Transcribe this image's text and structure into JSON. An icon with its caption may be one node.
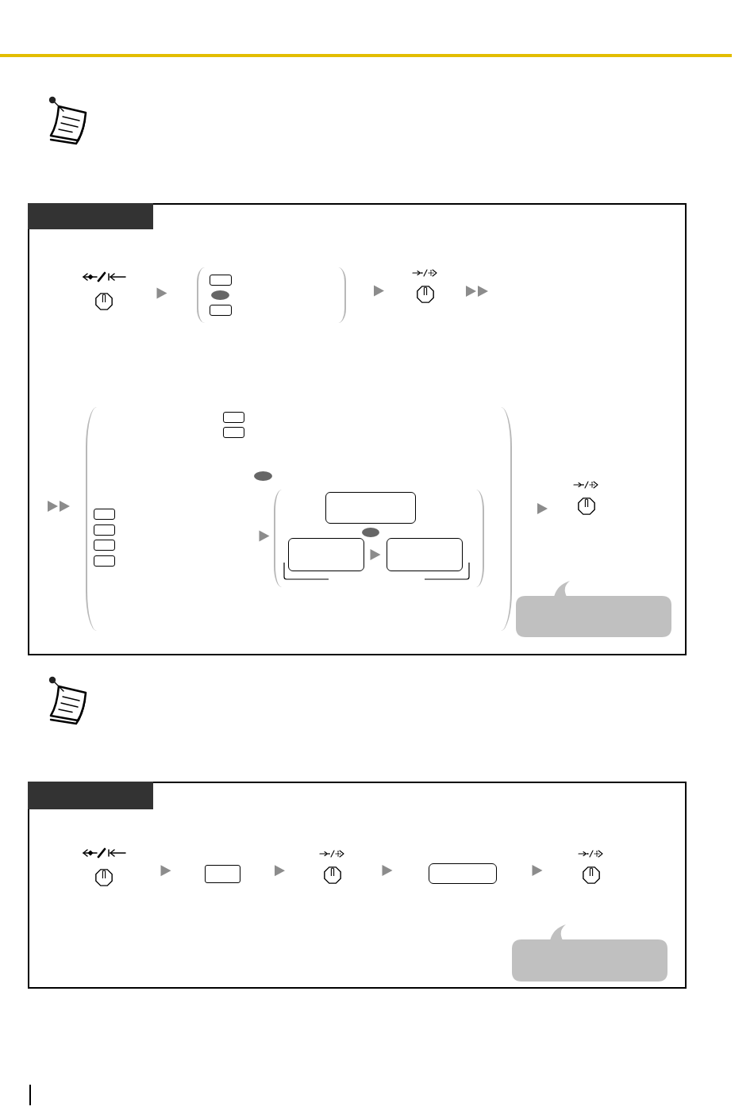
{
  "diagram": {
    "nodes": [
      {
        "text": [],
        "shape": "box"
      },
      {
        "text": [],
        "shape": "bar",
        "in": 0
      },
      {
        "text": [],
        "shape": "picture",
        "in": 0
      },
      {
        "text": [],
        "shape": "bracket",
        "in": 0
      },
      {
        "text": [],
        "shape": "box",
        "in": 3
      },
      {
        "text": [],
        "shape": "ellipse",
        "in": 3
      },
      {
        "text": [],
        "shape": "box",
        "in": 3
      },
      {
        "text": [],
        "shape": "picture",
        "in": 0
      },
      {
        "text": [],
        "shape": "bracket",
        "in": 0
      },
      {
        "text": [],
        "shape": "box",
        "in": 8
      },
      {
        "text": [],
        "shape": "box",
        "in": 8
      },
      {
        "text": [],
        "shape": "ellipse",
        "in": 8
      },
      {
        "text": [],
        "shape": "box",
        "in": 8
      },
      {
        "text": [],
        "shape": "box",
        "in": 8
      },
      {
        "text": [],
        "shape": "box",
        "in": 8
      },
      {
        "text": [],
        "shape": "box",
        "in": 8
      },
      {
        "text": [],
        "shape": "bracket",
        "in": 8
      },
      {
        "text": [],
        "shape": "box",
        "in": 16
      },
      {
        "text": [],
        "shape": "ellipse",
        "in": 16
      },
      {
        "text": [],
        "shape": "box",
        "in": 16
      },
      {
        "text": [],
        "shape": "box",
        "in": 16
      },
      {
        "text": [],
        "shape": "picture",
        "in": 0
      },
      {
        "text": [],
        "shape": "bubble",
        "in": 0
      },
      {
        "text": [],
        "shape": "box"
      },
      {
        "text": [],
        "shape": "bar",
        "in": 23
      },
      {
        "text": [],
        "shape": "picture",
        "in": 23
      },
      {
        "text": [],
        "shape": "box",
        "in": 23
      },
      {
        "text": [],
        "shape": "picture",
        "in": 23
      },
      {
        "text": [],
        "shape": "box",
        "in": 23
      },
      {
        "text": [],
        "shape": "picture",
        "in": 23
      },
      {
        "text": [],
        "shape": "bubble",
        "in": 23
      }
    ],
    "edges": [
      {
        "from": 2,
        "to": 3,
        "arrow": "to"
      },
      {
        "from": 3,
        "to": 7,
        "arrow": "to"
      },
      {
        "from": 7,
        "to": null,
        "arrow": "to"
      },
      {
        "from": null,
        "to": 8,
        "arrow": "to"
      },
      {
        "from": null,
        "to": 16,
        "arrow": "to"
      },
      {
        "from": 19,
        "to": 20,
        "arrow": "to"
      },
      {
        "from": 8,
        "to": 21,
        "arrow": "to"
      },
      {
        "from": 25,
        "to": 26,
        "arrow": "to"
      },
      {
        "from": 26,
        "to": 27,
        "arrow": "to"
      },
      {
        "from": 27,
        "to": 28,
        "arrow": "to"
      },
      {
        "from": 28,
        "to": 29,
        "arrow": "to"
      }
    ]
  }
}
